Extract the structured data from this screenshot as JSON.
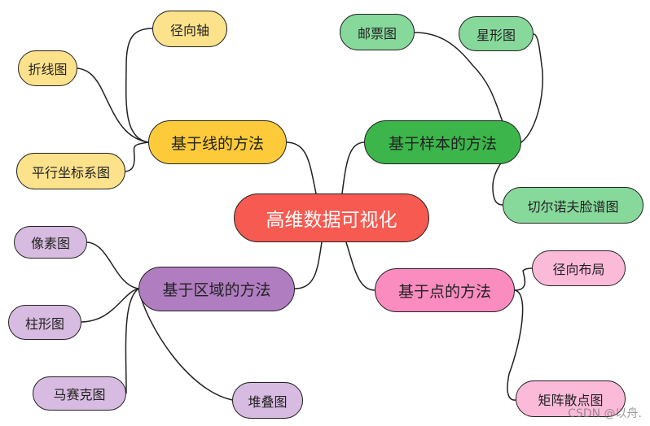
{
  "root": {
    "label": "高维数据可视化",
    "color": "#f65a50"
  },
  "branches": {
    "line": {
      "label": "基于线的方法",
      "color": "#fdcb3a",
      "leaf_color": "#fde28c",
      "children": [
        "径向轴",
        "折线图",
        "平行坐标系图"
      ]
    },
    "sample": {
      "label": "基于样本的方法",
      "color": "#3cb54b",
      "leaf_color": "#87d99b",
      "children": [
        "邮票图",
        "星形图",
        "切尔诺夫脸谱图"
      ]
    },
    "region": {
      "label": "基于区域的方法",
      "color": "#b17dc1",
      "leaf_color": "#d8bbe1",
      "children": [
        "像素图",
        "柱形图",
        "马赛克图",
        "堆叠图"
      ]
    },
    "point": {
      "label": "基于点的方法",
      "color": "#fb8cc0",
      "leaf_color": "#fcbad9",
      "children": [
        "径向布局",
        "矩阵散点图"
      ]
    }
  },
  "watermark": "CSDN @以舟."
}
